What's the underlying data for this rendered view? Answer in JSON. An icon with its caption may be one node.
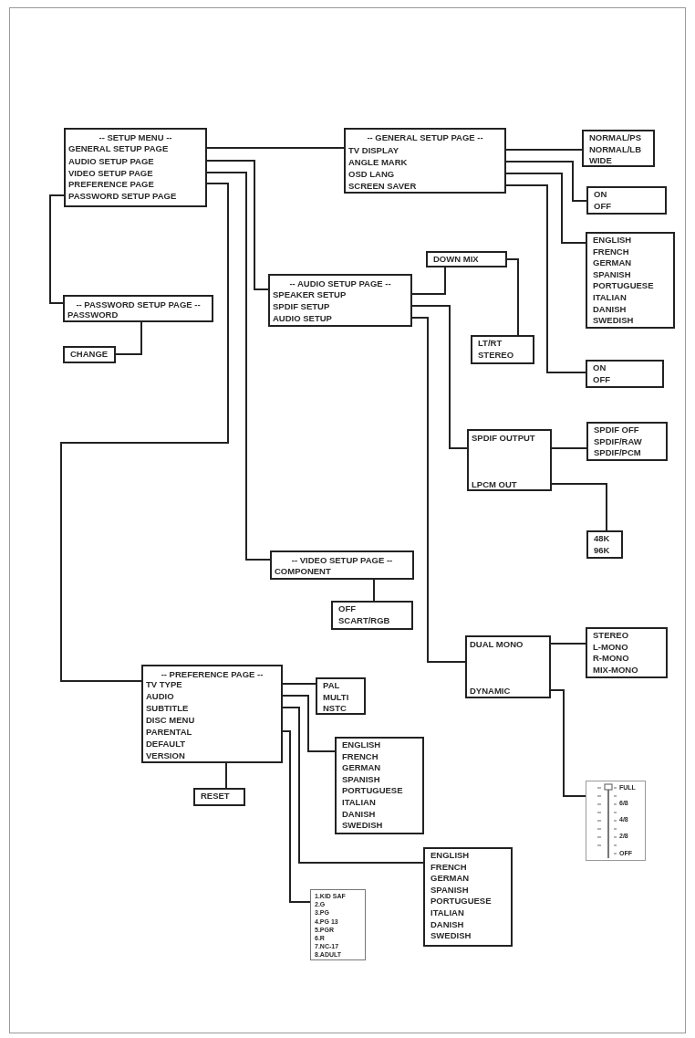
{
  "diagram": {
    "nodes": [
      {
        "text": [
          "-- SETUP MENU --"
        ]
      },
      {
        "text": [
          "GENERAL SETUP PAGE"
        ],
        "in": 0
      },
      {
        "text": [
          "AUDIO SETUP PAGE"
        ],
        "in": 0
      },
      {
        "text": [
          "VIDEO SETUP PAGE"
        ],
        "in": 0
      },
      {
        "text": [
          "PREFERENCE PAGE"
        ],
        "in": 0
      },
      {
        "text": [
          "PASSWORD SETUP PAGE"
        ],
        "in": 0
      },
      {
        "text": [
          "-- GENERAL SETUP PAGE --"
        ]
      },
      {
        "text": [
          "TV DISPLAY"
        ],
        "in": 6
      },
      {
        "text": [
          "ANGLE MARK"
        ],
        "in": 6
      },
      {
        "text": [
          "OSD LANG"
        ],
        "in": 6
      },
      {
        "text": [
          "SCREEN SAVER"
        ],
        "in": 6
      },
      {
        "text": [
          "NORMAL/PS",
          "NORMAL/LB",
          "WIDE"
        ]
      },
      {
        "text": [
          "ON",
          "OFF"
        ]
      },
      {
        "text": [
          "ENGLISH",
          "FRENCH",
          "GERMAN",
          "SPANISH",
          "PORTUGUESE",
          "ITALIAN",
          "DANISH",
          "SWEDISH"
        ]
      },
      {
        "text": [
          "ON",
          "OFF"
        ]
      },
      {
        "text": [
          "-- PASSWORD SETUP PAGE --"
        ]
      },
      {
        "text": [
          "PASSWORD"
        ],
        "in": 15
      },
      {
        "text": [
          "CHANGE"
        ]
      },
      {
        "text": [
          "-- AUDIO SETUP PAGE --"
        ]
      },
      {
        "text": [
          "SPEAKER SETUP"
        ],
        "in": 18
      },
      {
        "text": [
          "SPDIF SETUP"
        ],
        "in": 18
      },
      {
        "text": [
          "AUDIO SETUP"
        ],
        "in": 18
      },
      {
        "text": [
          "DOWN MIX"
        ]
      },
      {
        "text": [
          "LT/RT",
          "STEREO"
        ]
      },
      {
        "text": [],
        "shape": "box"
      },
      {
        "text": [
          "SPDIF OUTPUT"
        ],
        "in": 24
      },
      {
        "text": [
          "LPCM OUT"
        ],
        "in": 24
      },
      {
        "text": [
          "SPDIF OFF",
          "SPDIF/RAW",
          "SPDIF/PCM"
        ]
      },
      {
        "text": [
          "48K",
          "96K"
        ]
      },
      {
        "text": [
          "-- VIDEO SETUP PAGE --"
        ]
      },
      {
        "text": [
          "COMPONENT"
        ],
        "in": 29
      },
      {
        "text": [
          "OFF",
          "SCART/RGB"
        ]
      },
      {
        "text": [],
        "shape": "box"
      },
      {
        "text": [
          "DUAL MONO"
        ],
        "in": 32
      },
      {
        "text": [
          "DYNAMIC"
        ],
        "in": 32
      },
      {
        "text": [
          "STEREO",
          "L-MONO",
          "R-MONO",
          "MIX-MONO"
        ]
      },
      {
        "text": [
          "FULL",
          "6/8",
          "4/8",
          "2/8",
          "OFF"
        ]
      },
      {
        "text": [
          "-- PREFERENCE PAGE --"
        ]
      },
      {
        "text": [
          "TV TYPE"
        ],
        "in": 37
      },
      {
        "text": [
          "AUDIO"
        ],
        "in": 37
      },
      {
        "text": [
          "SUBTITLE"
        ],
        "in": 37
      },
      {
        "text": [
          "DISC MENU"
        ],
        "in": 37
      },
      {
        "text": [
          "PARENTAL"
        ],
        "in": 37
      },
      {
        "text": [
          "DEFAULT"
        ],
        "in": 37
      },
      {
        "text": [
          "VERSION"
        ],
        "in": 37
      },
      {
        "text": [
          "RESET"
        ]
      },
      {
        "text": [
          "PAL",
          "MULTI",
          "NSTC"
        ]
      },
      {
        "text": [
          "ENGLISH",
          "FRENCH",
          "GERMAN",
          "SPANISH",
          "PORTUGUESE",
          "ITALIAN",
          "DANISH",
          "SWEDISH"
        ]
      },
      {
        "text": [
          "ENGLISH",
          "FRENCH",
          "GERMAN",
          "SPANISH",
          "PORTUGUESE",
          "ITALIAN",
          "DANISH",
          "SWEDISH"
        ]
      },
      {
        "text": [
          "1.KID SAF",
          "2.G",
          "3.PG",
          "4.PG 13",
          "5.PGR",
          "6.R",
          "7.NC-17",
          "8.ADULT"
        ]
      }
    ],
    "edges": [
      {
        "from": 1,
        "to": 6,
        "arrow": "none"
      },
      {
        "from": 2,
        "to": 18,
        "arrow": "none"
      },
      {
        "from": 3,
        "to": 29,
        "arrow": "none"
      },
      {
        "from": 4,
        "to": 37,
        "arrow": "none"
      },
      {
        "from": 5,
        "to": 15,
        "arrow": "none"
      },
      {
        "from": 7,
        "to": 11,
        "arrow": "none"
      },
      {
        "from": 8,
        "to": 12,
        "arrow": "none"
      },
      {
        "from": 9,
        "to": 13,
        "arrow": "none"
      },
      {
        "from": 10,
        "to": 14,
        "arrow": "none"
      },
      {
        "from": 16,
        "to": 17,
        "arrow": "none"
      },
      {
        "from": 19,
        "to": 22,
        "arrow": "none"
      },
      {
        "from": 20,
        "to": 24,
        "arrow": "none"
      },
      {
        "from": 21,
        "to": 32,
        "arrow": "none"
      },
      {
        "from": 22,
        "to": 23,
        "arrow": "none"
      },
      {
        "from": 25,
        "to": 27,
        "arrow": "none"
      },
      {
        "from": 26,
        "to": 28,
        "arrow": "none"
      },
      {
        "from": 30,
        "to": 31,
        "arrow": "none"
      },
      {
        "from": 33,
        "to": 35,
        "arrow": "none"
      },
      {
        "from": 34,
        "to": 36,
        "arrow": "none"
      },
      {
        "from": 38,
        "to": 46,
        "arrow": "none"
      },
      {
        "from": 39,
        "to": 47,
        "arrow": "none"
      },
      {
        "from": 40,
        "to": 48,
        "arrow": "none"
      },
      {
        "from": 42,
        "to": 49,
        "arrow": "none"
      },
      {
        "from": 43,
        "to": 45,
        "arrow": "none"
      }
    ]
  }
}
